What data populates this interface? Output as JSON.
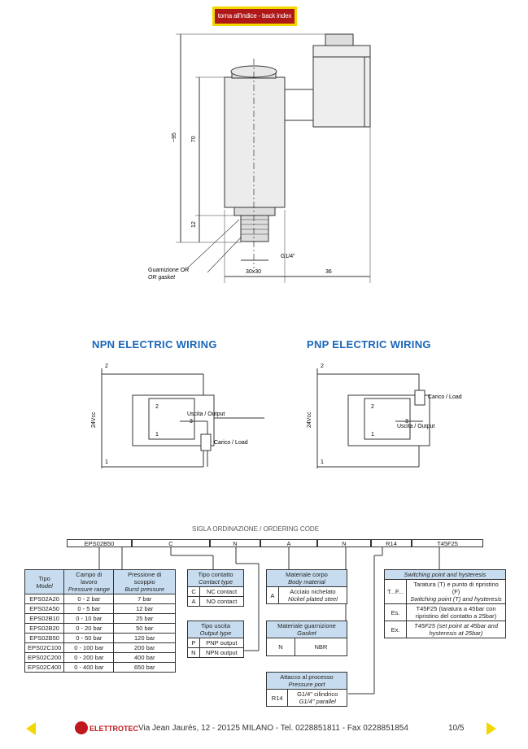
{
  "nav": {
    "back_label": "torna all'indice - back index",
    "page_number": "10/5"
  },
  "drawing": {
    "dim_95": "~95",
    "dim_70": "70",
    "dim_12": "12",
    "thread": "G1/4\"",
    "gasket_it": "Guarnizione OR",
    "gasket_en": "OR gasket",
    "dim_30x30": "30x30",
    "dim_36": "36"
  },
  "npn": {
    "title": "NPN ELECTRIC WIRING",
    "voltage": "24Vcc",
    "output": "Uscita / Output",
    "load": "Carico / Load",
    "pin1": "1",
    "pin2": "2",
    "pin3": "3"
  },
  "pnp": {
    "title": "PNP ELECTRIC WIRING",
    "voltage": "24Vcc",
    "output": "Uscita / Output",
    "load": "Carico / Load",
    "pin1": "1",
    "pin2": "2",
    "pin3": "3"
  },
  "ordering": {
    "title": "SIGLA ORDINAZIONE / ORDERING CODE",
    "codes": [
      "EPS02B50",
      "C",
      "N",
      "A",
      "N",
      "R14",
      "T45F25"
    ]
  },
  "model_table": {
    "headers": [
      [
        "Tipo",
        "Model"
      ],
      [
        "Campo di lavoro",
        "Pressure range"
      ],
      [
        "Pressione di scoppio",
        "Burst pressure"
      ]
    ],
    "rows": [
      [
        "EPS02A20",
        "0 - 2 bar",
        "7 bar"
      ],
      [
        "EPS02A50",
        "0 - 5 bar",
        "12 bar"
      ],
      [
        "EPS02B10",
        "0 - 10 bar",
        "25 bar"
      ],
      [
        "EPS02B20",
        "0 - 20 bar",
        "50 bar"
      ],
      [
        "EPS02B50",
        "0 - 50 bar",
        "120 bar"
      ],
      [
        "EPS02C100",
        "0 - 100 bar",
        "200 bar"
      ],
      [
        "EPS02C200",
        "0 - 200 bar",
        "400 bar"
      ],
      [
        "EPS02C400",
        "0 - 400 bar",
        "650 bar"
      ]
    ]
  },
  "contact_table": {
    "header": [
      "Tipo contatto",
      "Contact type"
    ],
    "rows": [
      [
        "C",
        "NC contact"
      ],
      [
        "A",
        "NO contact"
      ]
    ]
  },
  "output_table": {
    "header": [
      "Tipo uscita",
      "Output type"
    ],
    "rows": [
      [
        "P",
        "PNP output"
      ],
      [
        "N",
        "NPN output"
      ]
    ]
  },
  "material_table": {
    "header": [
      "Materiale corpo",
      "Body material"
    ],
    "rows": [
      [
        "A",
        "Acciaio nichelato",
        "Nickel plated steel"
      ]
    ]
  },
  "gasket_table": {
    "header": [
      "Materiale guarnizione",
      "Gasket"
    ],
    "rows": [
      [
        "N",
        "NBR"
      ]
    ]
  },
  "port_table": {
    "header": [
      "Attacco al processo",
      "Pressure port"
    ],
    "rows": [
      [
        "R14",
        "G1/4\" cilindrico",
        "G1/4\" parallel"
      ]
    ]
  },
  "switch_table": {
    "header": [
      "",
      "Switching point and hysteresis"
    ],
    "rows": [
      [
        "T...F...",
        "Taratura (T) e punto di ripristino (F)",
        "Switching point (T) and hysteresis"
      ],
      [
        "Es.",
        "T45F25 (taratura a 45bar con ripristino del contatto a 25bar)",
        ""
      ],
      [
        "Ex.",
        "T45F25 (set point at 45bar and hysteresis at 25bar)",
        ""
      ]
    ]
  },
  "footer": {
    "brand": "ELETTROTEC",
    "address": "Via Jean Jaurés, 12 - 20125 MILANO - Tel. 0228851811 - Fax 0228851854"
  },
  "colors": {
    "accent_blue": "#1a66b8",
    "header_blue": "#c7ddef",
    "nav_red": "#c0181c",
    "arrow_yellow": "#f2d800"
  }
}
